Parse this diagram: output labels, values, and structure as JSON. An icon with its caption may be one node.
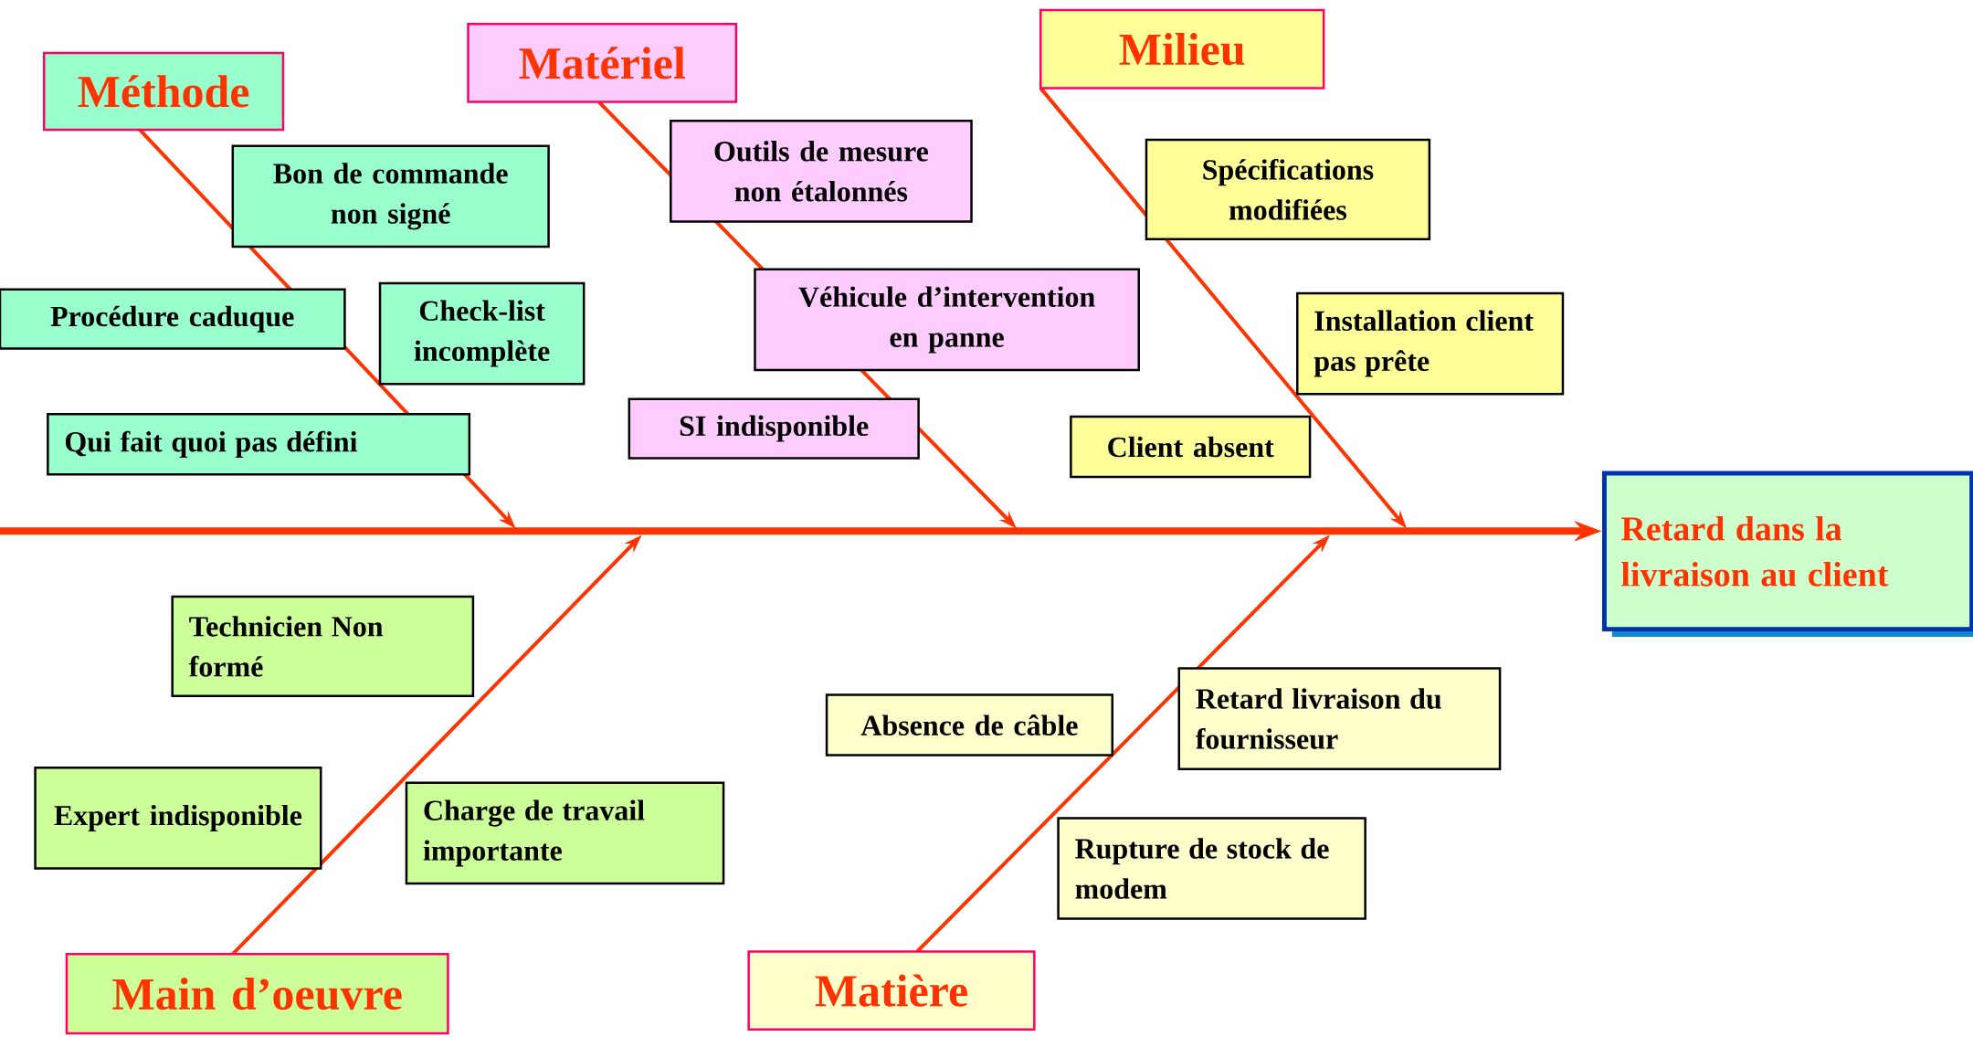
{
  "diagram": {
    "nodes": [
      {
        "text": [
          "Méthode"
        ]
      },
      {
        "text": [
          "Matériel"
        ]
      },
      {
        "text": [
          "Milieu"
        ]
      },
      {
        "text": [
          "Bon de commande non signé"
        ]
      },
      {
        "text": [
          "Outils de mesure non étalonnés"
        ]
      },
      {
        "text": [
          "Spécifications modifiées"
        ]
      },
      {
        "text": [
          "Procédure caduque"
        ]
      },
      {
        "text": [
          "Check-list incomplète"
        ]
      },
      {
        "text": [
          "Véhicule d’intervention en panne"
        ]
      },
      {
        "text": [
          "Installation client pas prête"
        ]
      },
      {
        "text": [
          "Qui fait quoi pas défini"
        ]
      },
      {
        "text": [
          "SI indisponible"
        ]
      },
      {
        "text": [
          "Client absent"
        ]
      },
      {
        "text": [
          "Retard dans la livraison au client"
        ]
      },
      {
        "text": [
          "Technicien Non formé"
        ]
      },
      {
        "text": [
          "Absence de câble"
        ]
      },
      {
        "text": [
          "Retard livraison du fournisseur"
        ]
      },
      {
        "text": [
          "Expert indisponible"
        ]
      },
      {
        "text": [
          "Charge de travail importante"
        ]
      },
      {
        "text": [
          "Rupture de stock de modem"
        ]
      },
      {
        "text": [
          "Main d’oeuvre"
        ]
      },
      {
        "text": [
          "Matière"
        ]
      }
    ],
    "edges": [
      {
        "from": null,
        "to": 13,
        "arrow": "to",
        "style": "thick"
      },
      {
        "from": 0,
        "to": null,
        "arrow": "to"
      },
      {
        "from": 1,
        "to": null,
        "arrow": "to"
      },
      {
        "from": 2,
        "to": null,
        "arrow": "to"
      },
      {
        "from": 20,
        "to": null,
        "arrow": "to"
      },
      {
        "from": 21,
        "to": null,
        "arrow": "to"
      }
    ]
  }
}
